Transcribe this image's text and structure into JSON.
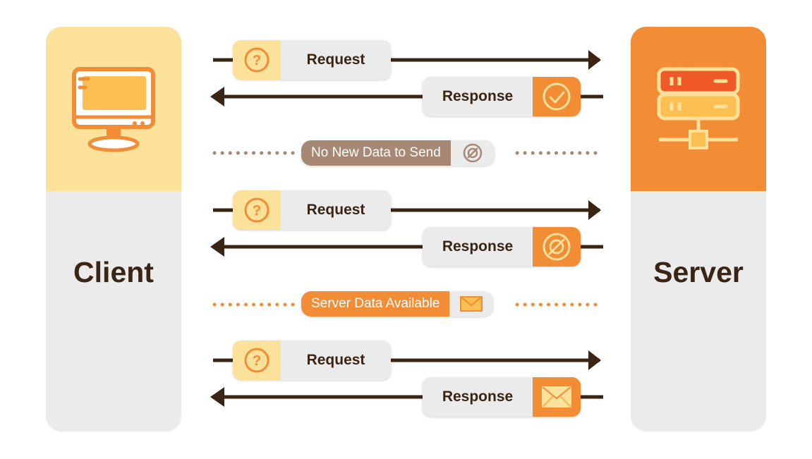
{
  "client": {
    "label": "Client",
    "icon": "monitor-icon"
  },
  "server": {
    "label": "Server",
    "icon": "server-rack-icon"
  },
  "exchanges": [
    {
      "request": {
        "label": "Request",
        "icon": "question-icon"
      },
      "response": {
        "label": "Response",
        "icon": "check-circle-icon"
      }
    },
    {
      "request": {
        "label": "Request",
        "icon": "question-icon"
      },
      "response": {
        "label": "Response",
        "icon": "empty-set-icon"
      }
    },
    {
      "request": {
        "label": "Request",
        "icon": "question-icon"
      },
      "response": {
        "label": "Response",
        "icon": "envelope-icon"
      }
    }
  ],
  "status_events": [
    {
      "label": "No New Data to Send",
      "icon": "empty-set-icon",
      "color": "#a68874"
    },
    {
      "label": "Server Data Available",
      "icon": "envelope-icon",
      "color": "#f28c35"
    }
  ],
  "colors": {
    "dark": "#3a2414",
    "orange": "#f28c35",
    "yellow": "#fce19a",
    "gray": "#ebebeb",
    "brown": "#a68874"
  }
}
